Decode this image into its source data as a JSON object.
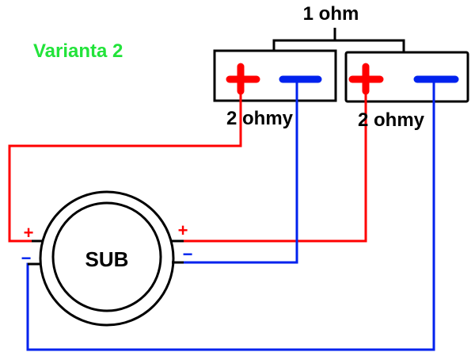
{
  "title": "Varianta 2",
  "colors": {
    "title": "#22e33a",
    "positive": "#ff0000",
    "negative": "#0022ee",
    "outline": "#000000"
  },
  "total_impedance": "1 ohm",
  "coils": [
    {
      "label": "2 ohmy",
      "plus": "+",
      "minus": "−"
    },
    {
      "label": "2 ohmy",
      "plus": "+",
      "minus": "−"
    }
  ],
  "sub": {
    "label": "SUB",
    "left_plus": "+",
    "left_minus": "−",
    "right_plus": "+",
    "right_minus": "−"
  }
}
